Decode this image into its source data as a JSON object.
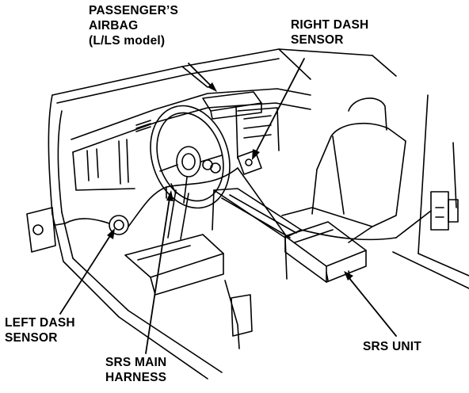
{
  "labels": {
    "passenger_airbag": [
      "PASSENGER’S",
      "AIRBAG",
      "(L/LS model)"
    ],
    "right_dash_sensor": [
      "RIGHT DASH",
      "SENSOR"
    ],
    "left_dash_sensor": [
      "LEFT DASH",
      "SENSOR"
    ],
    "srs_main_harness": [
      "SRS MAIN",
      "HARNESS"
    ],
    "srs_unit": [
      "SRS UNIT"
    ]
  },
  "colors": {
    "ink": "#000000",
    "paper": "#ffffff"
  }
}
